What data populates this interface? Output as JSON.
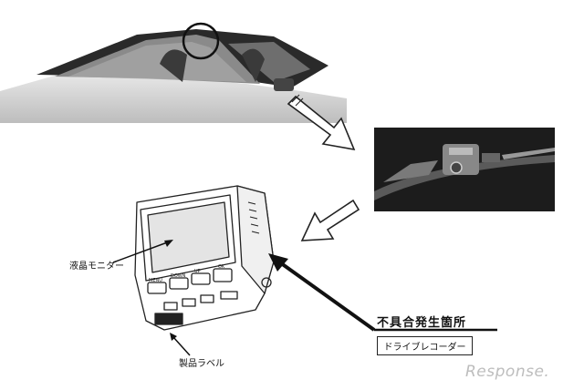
{
  "labels": {
    "lcd_monitor": "液晶モニター",
    "product_label": "製品ラベル",
    "defect_location": "不具合発生箇所",
    "drive_recorder": "ドライブレコーダー"
  },
  "device_buttons": [
    "MENU",
    "DOWN",
    "UP",
    "OK"
  ],
  "watermark": "Response.",
  "colors": {
    "ink": "#111111",
    "watermark": "#bdbdbd",
    "photo_dark": "#1c1c1c"
  }
}
